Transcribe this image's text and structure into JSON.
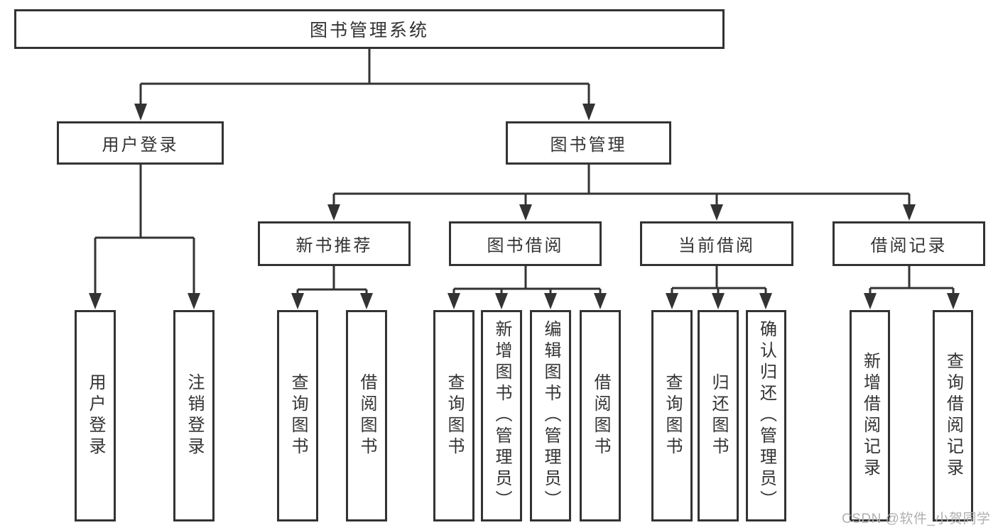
{
  "colors": {
    "background": "#ffffff",
    "line": "#333333",
    "border": "#333333",
    "text": "#333333",
    "watermark": "#b0b0b0"
  },
  "diagram": {
    "title": "图书管理系统",
    "root": {
      "label": "图书管理系统"
    },
    "level1": [
      {
        "id": "user-login",
        "label": "用户登录",
        "parent": "图书管理系统"
      },
      {
        "id": "book-management",
        "label": "图书管理",
        "parent": "图书管理系统"
      }
    ],
    "level2": [
      {
        "id": "new-book-recommend",
        "label": "新书推荐",
        "parent": "图书管理"
      },
      {
        "id": "book-borrow",
        "label": "图书借阅",
        "parent": "图书管理"
      },
      {
        "id": "current-borrow",
        "label": "当前借阅",
        "parent": "图书管理"
      },
      {
        "id": "borrow-records",
        "label": "借阅记录",
        "parent": "图书管理"
      }
    ],
    "leaves": [
      {
        "label": "用户登录",
        "parent": "用户登录"
      },
      {
        "label": "注销登录",
        "parent": "用户登录"
      },
      {
        "label": "查询图书",
        "parent": "新书推荐"
      },
      {
        "label": "借阅图书",
        "parent": "新书推荐"
      },
      {
        "label": "查询图书",
        "parent": "图书借阅"
      },
      {
        "label": "新增图书（管理员）",
        "parent": "图书借阅"
      },
      {
        "label": "编辑图书（管理员）",
        "parent": "图书借阅"
      },
      {
        "label": "借阅图书",
        "parent": "图书借阅"
      },
      {
        "label": "查询图书",
        "parent": "当前借阅"
      },
      {
        "label": "归还图书",
        "parent": "当前借阅"
      },
      {
        "label": "确认归还（管理员）",
        "parent": "当前借阅"
      },
      {
        "label": "新增借阅记录",
        "parent": "借阅记录"
      },
      {
        "label": "查询借阅记录",
        "parent": "借阅记录"
      }
    ]
  },
  "watermark": {
    "text": "CSDN @软件_小贺同学"
  }
}
